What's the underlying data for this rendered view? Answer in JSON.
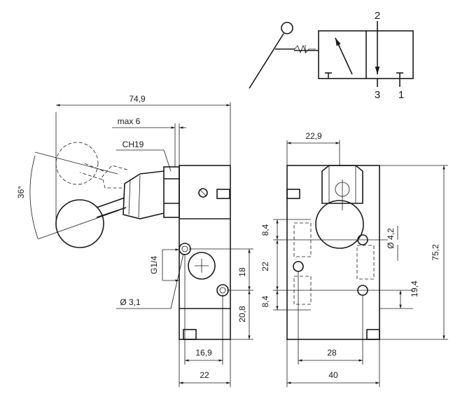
{
  "symbol": {
    "port_top": "2",
    "port_bottom_left": "3",
    "port_bottom_right": "1"
  },
  "side_view": {
    "overall_width": "74,9",
    "stroke_max": "max 6",
    "hex_size": "CH19",
    "lever_angle": "36°",
    "port_thread": "G1/4",
    "hole_diameter": "Ø 3,1",
    "port_offset": "18",
    "port_height": "20,8",
    "hole_spacing": "16,9",
    "body_width": "22"
  },
  "front_view": {
    "knob_offset": "22,9",
    "overall_height": "75,2",
    "dim_top": "8,4",
    "dim_mid": "22",
    "dim_bottom": "8,4",
    "hole_diameter": "Ø 4,2",
    "hole_height": "19,4",
    "hole_spacing": "28",
    "body_width": "40"
  }
}
